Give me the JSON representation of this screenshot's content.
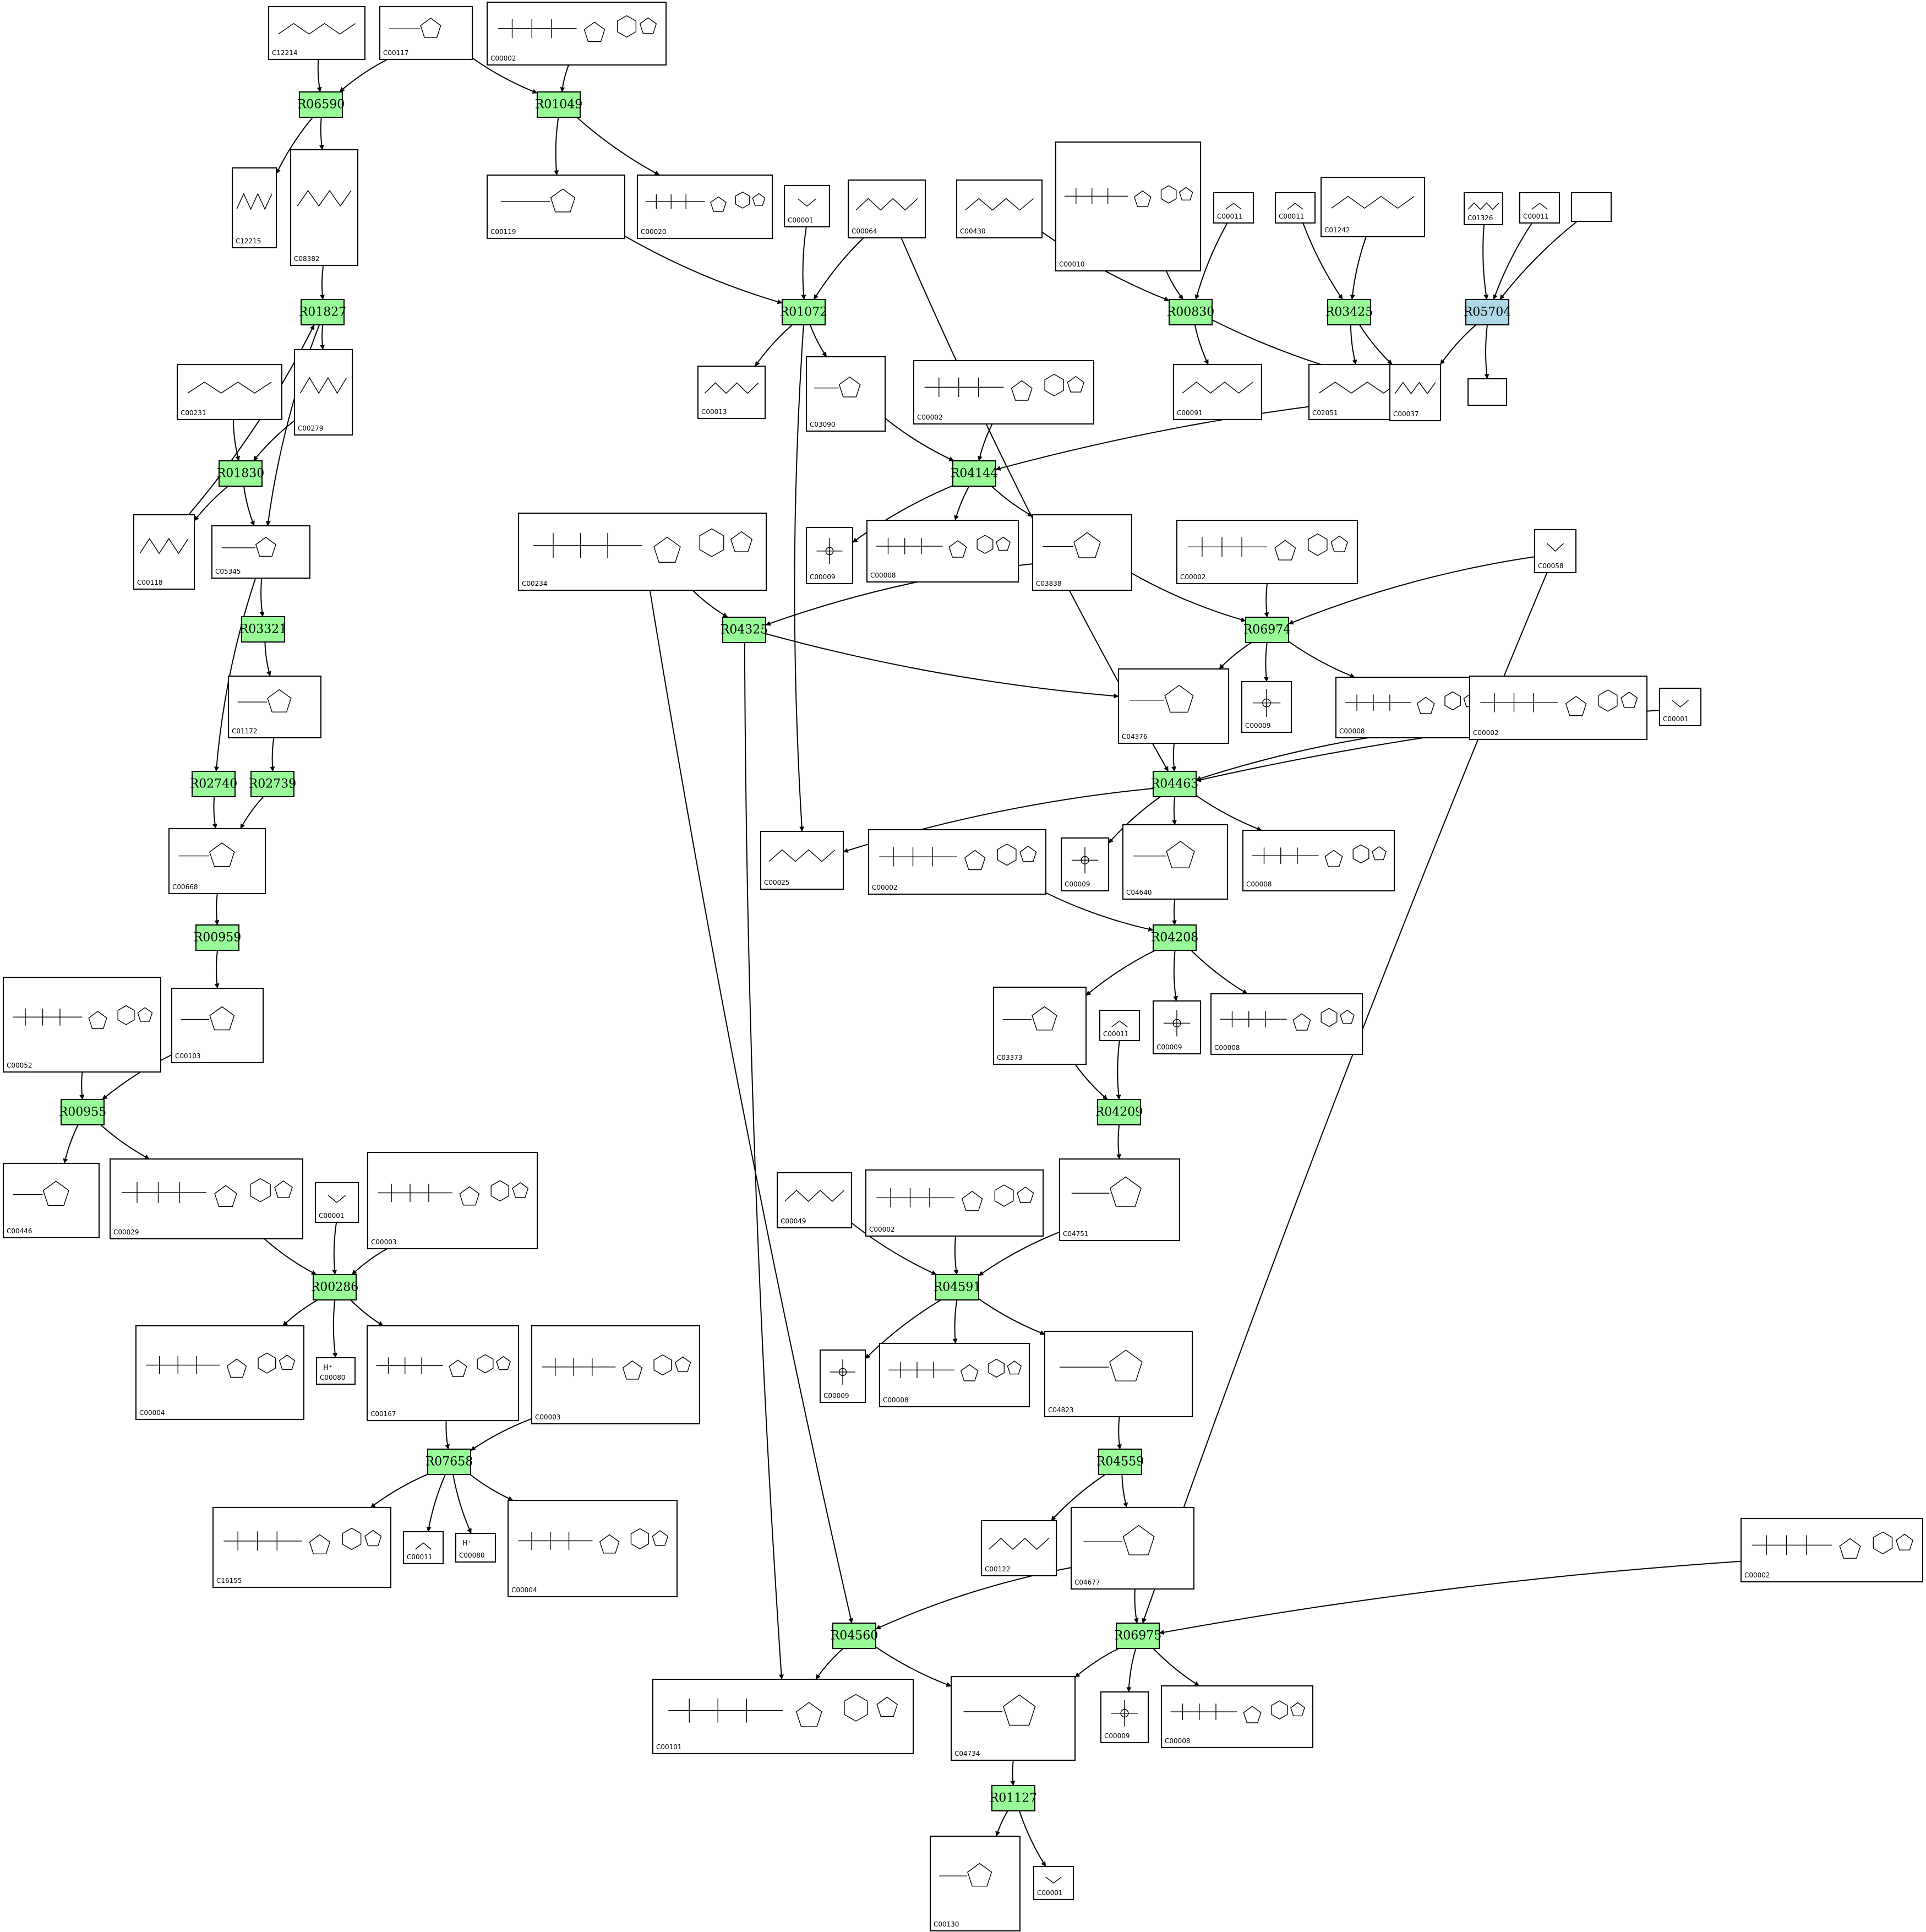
{
  "colors": {
    "reaction": "#98fb98",
    "reaction_alt": "#add8e6",
    "stroke": "#000000",
    "background": "#ffffff"
  },
  "reactions": [
    {
      "id": "R06590",
      "alt": false
    },
    {
      "id": "R01049",
      "alt": false
    },
    {
      "id": "R01827",
      "alt": false
    },
    {
      "id": "R01830",
      "alt": false
    },
    {
      "id": "R03321",
      "alt": false
    },
    {
      "id": "R02740",
      "alt": false
    },
    {
      "id": "R02739",
      "alt": false
    },
    {
      "id": "R00959",
      "alt": false
    },
    {
      "id": "R00955",
      "alt": false
    },
    {
      "id": "R00286",
      "alt": false
    },
    {
      "id": "R07658",
      "alt": false
    },
    {
      "id": "R01072",
      "alt": false
    },
    {
      "id": "R04144",
      "alt": false
    },
    {
      "id": "R04325",
      "alt": false
    },
    {
      "id": "R00830",
      "alt": false
    },
    {
      "id": "R03425",
      "alt": false
    },
    {
      "id": "R05704",
      "alt": true
    },
    {
      "id": "R06974",
      "alt": false
    },
    {
      "id": "R04463",
      "alt": false
    },
    {
      "id": "R04208",
      "alt": false
    },
    {
      "id": "R04209",
      "alt": false
    },
    {
      "id": "R04591",
      "alt": false
    },
    {
      "id": "R04559",
      "alt": false
    },
    {
      "id": "R04560",
      "alt": false
    },
    {
      "id": "R06975",
      "alt": false
    },
    {
      "id": "R01127",
      "alt": false
    }
  ],
  "compounds": [
    {
      "id": "c1",
      "label": "C12214",
      "glyph": "chain"
    },
    {
      "id": "c2",
      "label": "C00117",
      "glyph": "ring"
    },
    {
      "id": "c3",
      "label": "C00002",
      "glyph": "atp"
    },
    {
      "id": "c4",
      "label": "C12215",
      "glyph": "chain"
    },
    {
      "id": "c5",
      "label": "C08382",
      "glyph": "chain"
    },
    {
      "id": "c6",
      "label": "C00119",
      "glyph": "ring"
    },
    {
      "id": "c7",
      "label": "C00020",
      "glyph": "atp"
    },
    {
      "id": "c8",
      "label": "C00001",
      "glyph": "water"
    },
    {
      "id": "c9",
      "label": "C00064",
      "glyph": "chain"
    },
    {
      "id": "c10",
      "label": "C00430",
      "glyph": "chain"
    },
    {
      "id": "c11",
      "label": "C00010",
      "glyph": "atp"
    },
    {
      "id": "c12",
      "label": "C00011",
      "glyph": "co2"
    },
    {
      "id": "c13",
      "label": "C00011",
      "glyph": "co2"
    },
    {
      "id": "c14",
      "label": "C01242",
      "glyph": "chain"
    },
    {
      "id": "c15",
      "label": "C01326",
      "glyph": "chain"
    },
    {
      "id": "c16",
      "label": "C00011",
      "glyph": "co2"
    },
    {
      "id": "c17",
      "label": "",
      "glyph": "none"
    },
    {
      "id": "c18",
      "label": "C00231",
      "glyph": "chain"
    },
    {
      "id": "c19",
      "label": "C00279",
      "glyph": "chain"
    },
    {
      "id": "c20",
      "label": "C00013",
      "glyph": "chain"
    },
    {
      "id": "c21",
      "label": "C03090",
      "glyph": "ring"
    },
    {
      "id": "c22",
      "label": "C00002",
      "glyph": "atp"
    },
    {
      "id": "c23",
      "label": "C00091",
      "glyph": "chain"
    },
    {
      "id": "c24",
      "label": "C02051",
      "glyph": "chain"
    },
    {
      "id": "c25",
      "label": "C00037",
      "glyph": "chain"
    },
    {
      "id": "c26",
      "label": "",
      "glyph": "none"
    },
    {
      "id": "c27",
      "label": "C00118",
      "glyph": "chain"
    },
    {
      "id": "c28",
      "label": "C05345",
      "glyph": "ring"
    },
    {
      "id": "c29",
      "label": "C00234",
      "glyph": "folate"
    },
    {
      "id": "c30",
      "label": "C00009",
      "glyph": "phosphate"
    },
    {
      "id": "c31",
      "label": "C00008",
      "glyph": "atp"
    },
    {
      "id": "c32",
      "label": "C03838",
      "glyph": "ring"
    },
    {
      "id": "c33",
      "label": "C00002",
      "glyph": "atp"
    },
    {
      "id": "c34",
      "label": "C00058",
      "glyph": "water"
    },
    {
      "id": "c35",
      "label": "C01172",
      "glyph": "ring"
    },
    {
      "id": "c36",
      "label": "C04376",
      "glyph": "ring"
    },
    {
      "id": "c37",
      "label": "C00009",
      "glyph": "phosphate"
    },
    {
      "id": "c38",
      "label": "C00008",
      "glyph": "atp"
    },
    {
      "id": "c39",
      "label": "C00002",
      "glyph": "atp"
    },
    {
      "id": "c40",
      "label": "C00001",
      "glyph": "water"
    },
    {
      "id": "c41",
      "label": "C00668",
      "glyph": "ring"
    },
    {
      "id": "c42",
      "label": "C00025",
      "glyph": "chain"
    },
    {
      "id": "c43",
      "label": "C00002",
      "glyph": "atp"
    },
    {
      "id": "c44",
      "label": "C00009",
      "glyph": "phosphate"
    },
    {
      "id": "c45",
      "label": "C04640",
      "glyph": "ring"
    },
    {
      "id": "c46",
      "label": "C00008",
      "glyph": "atp"
    },
    {
      "id": "c47",
      "label": "C00052",
      "glyph": "atp"
    },
    {
      "id": "c48",
      "label": "C00103",
      "glyph": "ring"
    },
    {
      "id": "c49",
      "label": "C03373",
      "glyph": "ring"
    },
    {
      "id": "c50",
      "label": "C00011",
      "glyph": "co2"
    },
    {
      "id": "c51",
      "label": "C00009",
      "glyph": "phosphate"
    },
    {
      "id": "c52",
      "label": "C00008",
      "glyph": "atp"
    },
    {
      "id": "c53",
      "label": "C00446",
      "glyph": "ring"
    },
    {
      "id": "c54",
      "label": "C00029",
      "glyph": "atp"
    },
    {
      "id": "c55",
      "label": "C00001",
      "glyph": "water"
    },
    {
      "id": "c56",
      "label": "C00003",
      "glyph": "atp"
    },
    {
      "id": "c57",
      "label": "C00049",
      "glyph": "chain"
    },
    {
      "id": "c58",
      "label": "C00002",
      "glyph": "atp"
    },
    {
      "id": "c59",
      "label": "C04751",
      "glyph": "ring"
    },
    {
      "id": "c60",
      "label": "C00004",
      "glyph": "atp"
    },
    {
      "id": "c61",
      "label": "C00080",
      "glyph": "proton"
    },
    {
      "id": "c62",
      "label": "C00167",
      "glyph": "atp"
    },
    {
      "id": "c63",
      "label": "C00003",
      "glyph": "atp"
    },
    {
      "id": "c64",
      "label": "C00009",
      "glyph": "phosphate"
    },
    {
      "id": "c65",
      "label": "C00008",
      "glyph": "atp"
    },
    {
      "id": "c66",
      "label": "C04823",
      "glyph": "ring"
    },
    {
      "id": "c67",
      "label": "C16155",
      "glyph": "atp"
    },
    {
      "id": "c68",
      "label": "C00011",
      "glyph": "co2"
    },
    {
      "id": "c69",
      "label": "C00080",
      "glyph": "proton"
    },
    {
      "id": "c70",
      "label": "C00004",
      "glyph": "atp"
    },
    {
      "id": "c71",
      "label": "C00122",
      "glyph": "chain"
    },
    {
      "id": "c72",
      "label": "C04677",
      "glyph": "ring"
    },
    {
      "id": "c73",
      "label": "C00002",
      "glyph": "atp"
    },
    {
      "id": "c74",
      "label": "C00101",
      "glyph": "folate"
    },
    {
      "id": "c75",
      "label": "C04734",
      "glyph": "ring"
    },
    {
      "id": "c76",
      "label": "C00009",
      "glyph": "phosphate"
    },
    {
      "id": "c77",
      "label": "C00008",
      "glyph": "atp"
    },
    {
      "id": "c78",
      "label": "C00130",
      "glyph": "ring"
    },
    {
      "id": "c79",
      "label": "C00001",
      "glyph": "water"
    }
  ],
  "proton_text": "H⁺",
  "edges": [
    [
      "c1",
      "R06590"
    ],
    [
      "c2",
      "R06590"
    ],
    [
      "c2",
      "R01049"
    ],
    [
      "c3",
      "R01049"
    ],
    [
      "R06590",
      "c4"
    ],
    [
      "R06590",
      "c5"
    ],
    [
      "R01049",
      "c6"
    ],
    [
      "R01049",
      "c7"
    ],
    [
      "c5",
      "R01827"
    ],
    [
      "c27",
      "R01827"
    ],
    [
      "R01827",
      "c19"
    ],
    [
      "R01827",
      "c28"
    ],
    [
      "c18",
      "R01830"
    ],
    [
      "c19",
      "R01830"
    ],
    [
      "R01830",
      "c27"
    ],
    [
      "R01830",
      "c28"
    ],
    [
      "c28",
      "R03321"
    ],
    [
      "c28",
      "R02740"
    ],
    [
      "R03321",
      "c35"
    ],
    [
      "c35",
      "R02739"
    ],
    [
      "R02740",
      "c41"
    ],
    [
      "R02739",
      "c41"
    ],
    [
      "c41",
      "R00959"
    ],
    [
      "R00959",
      "c48"
    ],
    [
      "c47",
      "R00955"
    ],
    [
      "c48",
      "R00955"
    ],
    [
      "R00955",
      "c53"
    ],
    [
      "R00955",
      "c54"
    ],
    [
      "c54",
      "R00286"
    ],
    [
      "c55",
      "R00286"
    ],
    [
      "c56",
      "R00286"
    ],
    [
      "R00286",
      "c60"
    ],
    [
      "R00286",
      "c61"
    ],
    [
      "R00286",
      "c62"
    ],
    [
      "c62",
      "R07658"
    ],
    [
      "c63",
      "R07658"
    ],
    [
      "R07658",
      "c67"
    ],
    [
      "R07658",
      "c68"
    ],
    [
      "R07658",
      "c69"
    ],
    [
      "R07658",
      "c70"
    ],
    [
      "c6",
      "R01072"
    ],
    [
      "c8",
      "R01072"
    ],
    [
      "c9",
      "R01072"
    ],
    [
      "R01072",
      "c20"
    ],
    [
      "R01072",
      "c21"
    ],
    [
      "R01072",
      "c42"
    ],
    [
      "c21",
      "R04144"
    ],
    [
      "c22",
      "R04144"
    ],
    [
      "c25",
      "R04144"
    ],
    [
      "R04144",
      "c30"
    ],
    [
      "R04144",
      "c31"
    ],
    [
      "R04144",
      "c32"
    ],
    [
      "c29",
      "R04325"
    ],
    [
      "c32",
      "R04325"
    ],
    [
      "c29",
      "R04560"
    ],
    [
      "R04325",
      "c36"
    ],
    [
      "R04325",
      "c74"
    ],
    [
      "c10",
      "R00830"
    ],
    [
      "c11",
      "R00830"
    ],
    [
      "c12",
      "R00830"
    ],
    [
      "R00830",
      "c23"
    ],
    [
      "R00830",
      "c25"
    ],
    [
      "c13",
      "R03425"
    ],
    [
      "c14",
      "R03425"
    ],
    [
      "R03425",
      "c24"
    ],
    [
      "R03425",
      "c25"
    ],
    [
      "c15",
      "R05704"
    ],
    [
      "c16",
      "R05704"
    ],
    [
      "c17",
      "R05704"
    ],
    [
      "R05704",
      "c25"
    ],
    [
      "R05704",
      "c26"
    ],
    [
      "c32",
      "R06974"
    ],
    [
      "c33",
      "R06974"
    ],
    [
      "c34",
      "R06974"
    ],
    [
      "c34",
      "R06975"
    ],
    [
      "R06974",
      "c36"
    ],
    [
      "R06974",
      "c37"
    ],
    [
      "R06974",
      "c38"
    ],
    [
      "c36",
      "R04463"
    ],
    [
      "c39",
      "R04463"
    ],
    [
      "c40",
      "R04463"
    ],
    [
      "c9",
      "R04463"
    ],
    [
      "R04463",
      "c42"
    ],
    [
      "R04463",
      "c44"
    ],
    [
      "R04463",
      "c45"
    ],
    [
      "R04463",
      "c46"
    ],
    [
      "c43",
      "R04208"
    ],
    [
      "c45",
      "R04208"
    ],
    [
      "R04208",
      "c49"
    ],
    [
      "R04208",
      "c51"
    ],
    [
      "R04208",
      "c52"
    ],
    [
      "c49",
      "R04209"
    ],
    [
      "c50",
      "R04209"
    ],
    [
      "R04209",
      "c59"
    ],
    [
      "c57",
      "R04591"
    ],
    [
      "c58",
      "R04591"
    ],
    [
      "c59",
      "R04591"
    ],
    [
      "R04591",
      "c64"
    ],
    [
      "R04591",
      "c65"
    ],
    [
      "R04591",
      "c66"
    ],
    [
      "c66",
      "R04559"
    ],
    [
      "R04559",
      "c71"
    ],
    [
      "R04559",
      "c72"
    ],
    [
      "c72",
      "R04560"
    ],
    [
      "c72",
      "R06975"
    ],
    [
      "c73",
      "R06975"
    ],
    [
      "R04560",
      "c74"
    ],
    [
      "R04560",
      "c75"
    ],
    [
      "R06975",
      "c75"
    ],
    [
      "R06975",
      "c76"
    ],
    [
      "R06975",
      "c77"
    ],
    [
      "c75",
      "R01127"
    ],
    [
      "R01127",
      "c78"
    ],
    [
      "R01127",
      "c79"
    ]
  ]
}
